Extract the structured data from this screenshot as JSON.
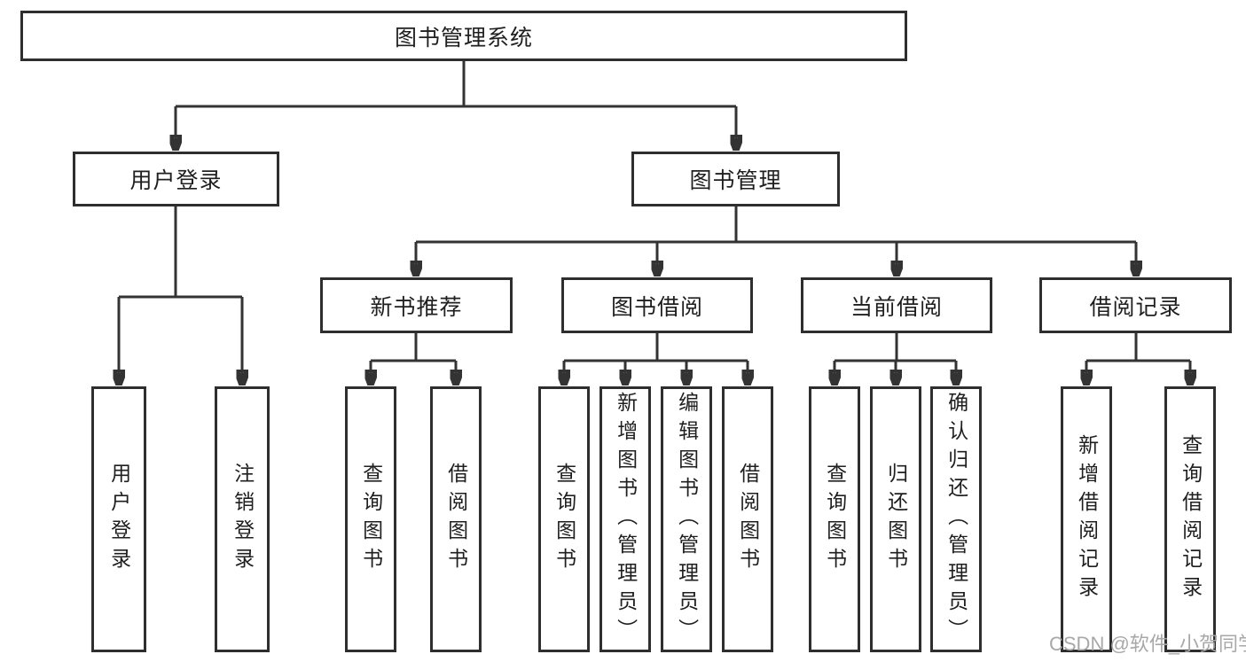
{
  "tree": {
    "label": "图书管理系统",
    "children": [
      {
        "label": "用户登录",
        "children": [
          {
            "label": "用户登录"
          },
          {
            "label": "注销登录"
          }
        ]
      },
      {
        "label": "图书管理",
        "children": [
          {
            "label": "新书推荐",
            "children": [
              {
                "label": "查询图书"
              },
              {
                "label": "借阅图书"
              }
            ]
          },
          {
            "label": "图书借阅",
            "children": [
              {
                "label": "查询图书"
              },
              {
                "label": "新增图书（管理员）"
              },
              {
                "label": "编辑图书（管理员）"
              },
              {
                "label": "借阅图书"
              }
            ]
          },
          {
            "label": "当前借阅",
            "children": [
              {
                "label": "查询图书"
              },
              {
                "label": "归还图书"
              },
              {
                "label": "确认归还（管理员）"
              }
            ]
          },
          {
            "label": "借阅记录",
            "children": [
              {
                "label": "新增借阅记录"
              },
              {
                "label": "查询借阅记录"
              }
            ]
          }
        ]
      }
    ]
  },
  "watermark": {
    "text": "CSDN @软件_小贺同学"
  },
  "colors": {
    "bg": "#ffffff",
    "line": "#333333",
    "box_border": "#2e2e2e",
    "text": "#1f1f1f",
    "watermark": "#a8a8a8"
  }
}
